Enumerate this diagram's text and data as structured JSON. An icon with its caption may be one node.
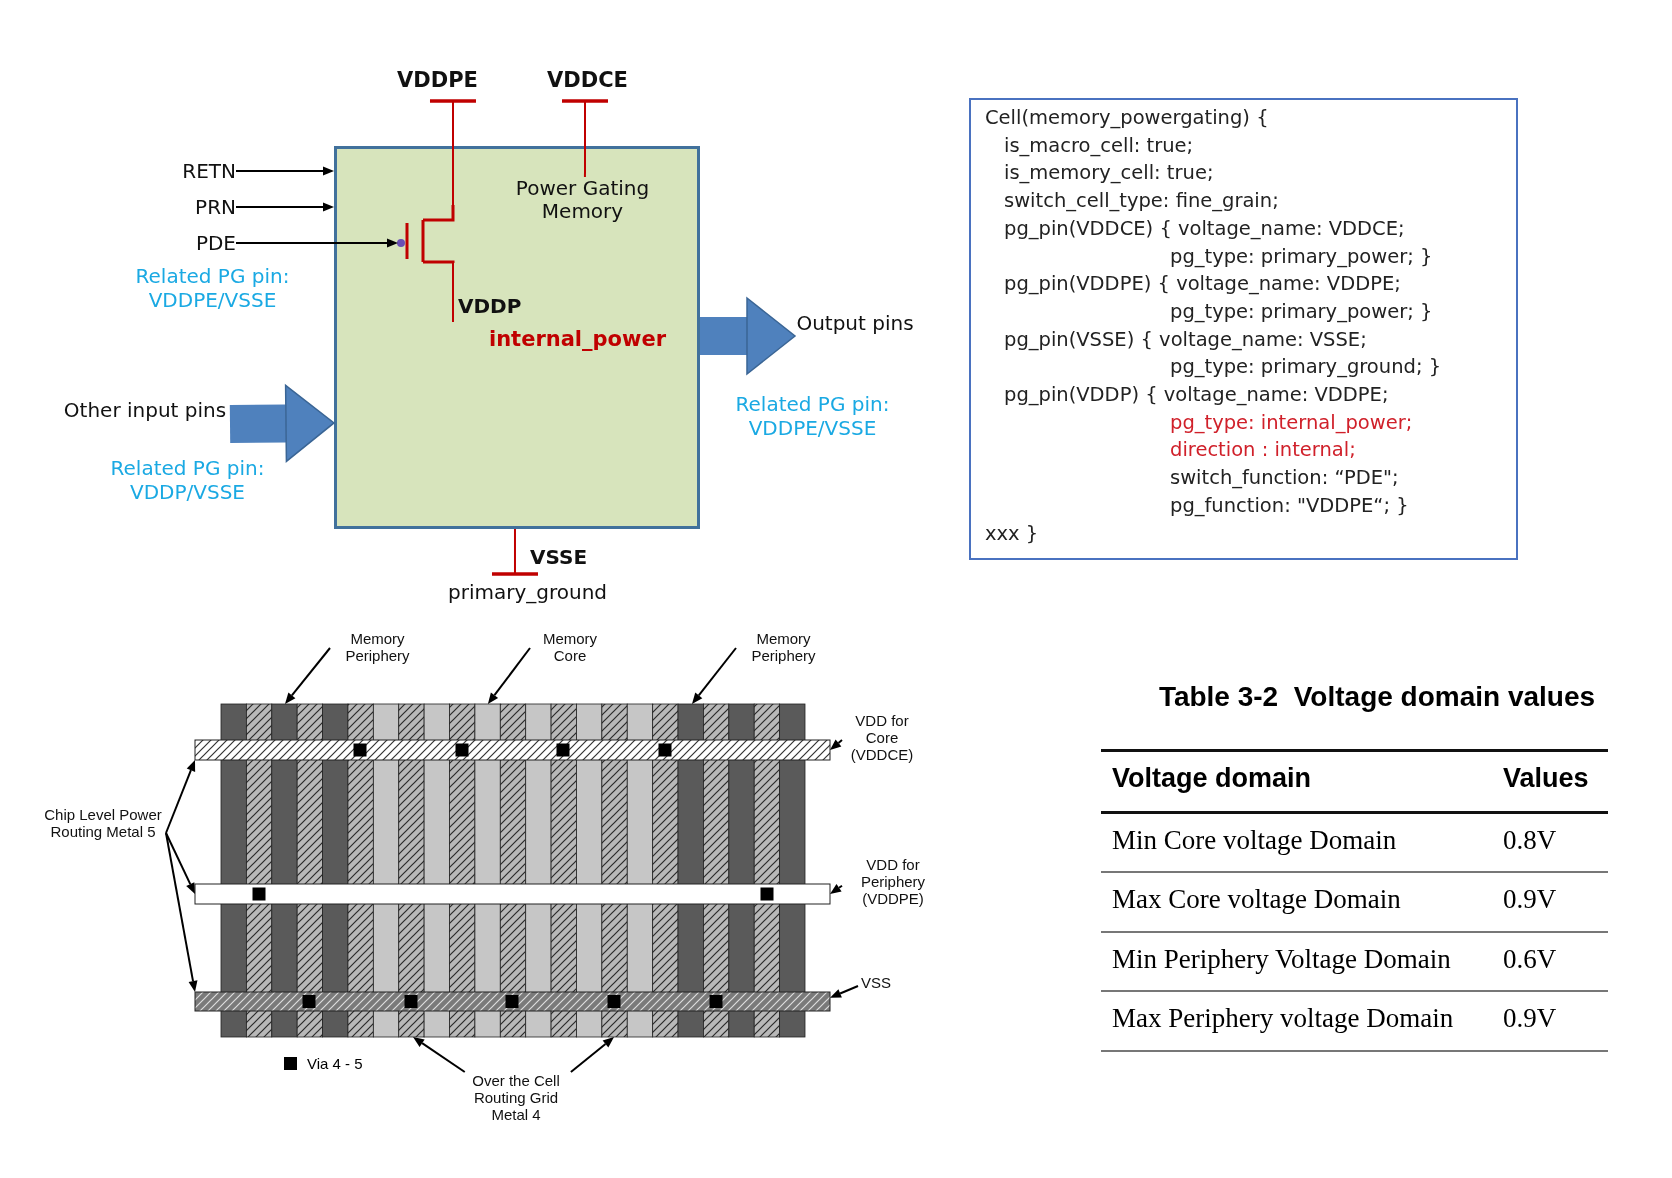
{
  "diagram": {
    "nodes": [
      {
        "text": [
          "VDDPE"
        ]
      },
      {
        "text": [
          "VDDCE"
        ]
      },
      {
        "text": [],
        "shape": "box"
      },
      {
        "text": [
          "Power Gating Memory"
        ],
        "in": 2
      },
      {
        "text": [],
        "shape": "transistor",
        "in": 2
      },
      {
        "text": [
          "VDDP"
        ],
        "in": 2,
        "beside": [
          "internal_power"
        ]
      },
      {
        "text": [
          "RETN"
        ]
      },
      {
        "text": [
          "PRN"
        ]
      },
      {
        "text": [
          "PDE"
        ],
        "beside": [
          "Related PG pin: VDDPE/VSSE"
        ]
      },
      {
        "text": [
          "Output pins"
        ],
        "beside": [
          "Related PG pin: VDDPE/VSSE"
        ]
      },
      {
        "text": [
          "Other input pins"
        ],
        "beside": [
          "Related PG pin: VDDP/VSSE"
        ]
      },
      {
        "text": [
          "VSSE"
        ],
        "beside": [
          "primary_ground"
        ]
      },
      {
        "text": [
          "Cell(memory_powergating) {",
          "is_macro_cell: true;",
          "is_memory_cell: true;",
          "switch_cell_type: fine_grain;",
          "pg_pin(VDDCE) { voltage_name: VDDCE;",
          "pg_type: primary_power; }",
          "pg_pin(VDDPE) { voltage_name: VDDPE;",
          "pg_type: primary_power; }",
          "pg_pin(VSSE) { voltage_name: VSSE;",
          "pg_type: primary_ground; }",
          "pg_pin(VDDP) { voltage_name: VDDPE;",
          "pg_type: internal_power;",
          "direction : internal;",
          "switch_function: “PDE\";",
          "pg_function: \"VDDPE“; }",
          "xxx }"
        ]
      },
      {
        "text": [
          "Memory Periphery"
        ]
      },
      {
        "text": [
          "Memory Core"
        ]
      },
      {
        "text": [
          "Memory Periphery"
        ]
      },
      {
        "text": [
          "VDD for Core (VDDCE)"
        ]
      },
      {
        "text": [
          "Chip Level Power Routing Metal 5"
        ]
      },
      {
        "text": [],
        "shape": "bar"
      },
      {
        "text": [
          "VDD for Periphery (VDDPE)"
        ]
      },
      {
        "text": [],
        "shape": "bar"
      },
      {
        "text": [
          "VSS"
        ]
      },
      {
        "text": [],
        "shape": "bar"
      },
      {
        "text": [
          "Over the Cell Routing Grid Metal 4"
        ]
      },
      {
        "text": [],
        "shape": "grid"
      }
    ],
    "edges": [
      {
        "from": 0,
        "to": 4,
        "arrow": "other",
        "color": "#c00000"
      },
      {
        "from": 4,
        "to": 5,
        "arrow": "none",
        "color": "#c00000"
      },
      {
        "from": 1,
        "to": 3,
        "arrow": "other",
        "color": "#c00000"
      },
      {
        "from": 6,
        "to": 2,
        "arrow": "to"
      },
      {
        "from": 7,
        "to": 2,
        "arrow": "to"
      },
      {
        "from": 8,
        "to": 4,
        "arrow": "to"
      },
      {
        "from": 10,
        "to": 2,
        "arrow": "to",
        "style": "thick",
        "color": "#4f81bd"
      },
      {
        "from": 2,
        "to": 9,
        "arrow": "to",
        "style": "thick",
        "color": "#4f81bd"
      },
      {
        "from": 11,
        "to": 2,
        "arrow": "other",
        "color": "#c00000"
      },
      {
        "from": 13,
        "to": 24,
        "arrow": "to"
      },
      {
        "from": 14,
        "to": 24,
        "arrow": "to"
      },
      {
        "from": 15,
        "to": 24,
        "arrow": "to"
      },
      {
        "from": 17,
        "to": 18,
        "arrow": "to"
      },
      {
        "from": 17,
        "to": 20,
        "arrow": "to"
      },
      {
        "from": 17,
        "to": 22,
        "arrow": "to"
      },
      {
        "from": 16,
        "to": 18,
        "arrow": "to"
      },
      {
        "from": 19,
        "to": 20,
        "arrow": "to"
      },
      {
        "from": 21,
        "to": 22,
        "arrow": "to"
      },
      {
        "from": 23,
        "to": 24,
        "arrow": "to"
      },
      {
        "from": 23,
        "to": 24,
        "arrow": "to"
      }
    ],
    "labels": [
      "Table 3-2  Voltage domain values",
      "Voltage domain",
      "Values",
      "Min Core voltage Domain",
      "0.8V",
      "Max Core voltage Domain",
      "0.9V",
      "Min Periphery Voltage Domain",
      "0.6V",
      "Max Periphery voltage Domain",
      "0.9V"
    ],
    "legend": [
      {
        "text": "Via 4 - 5",
        "color": "#000000"
      }
    ]
  }
}
